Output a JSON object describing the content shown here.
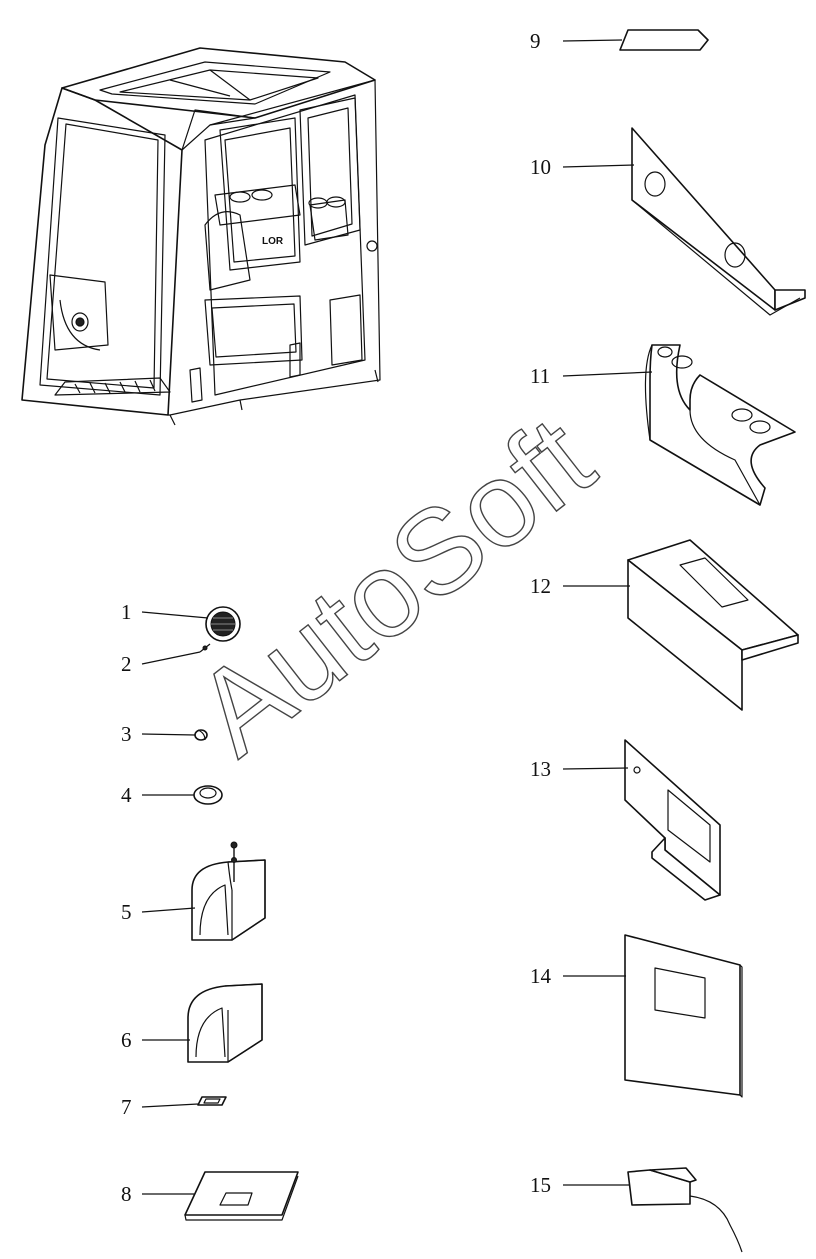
{
  "watermark": "AutoSoft",
  "callouts": [
    {
      "number": "1",
      "part": "dome-lamp"
    },
    {
      "number": "2",
      "part": "screw"
    },
    {
      "number": "3",
      "part": "plug"
    },
    {
      "number": "4",
      "part": "grommet"
    },
    {
      "number": "5",
      "part": "trim-cover-with-bolt"
    },
    {
      "number": "6",
      "part": "trim-cover"
    },
    {
      "number": "7",
      "part": "small-seal"
    },
    {
      "number": "8",
      "part": "floor-plate"
    },
    {
      "number": "9",
      "part": "small-cover"
    },
    {
      "number": "10",
      "part": "angle-bracket-two-holes"
    },
    {
      "number": "11",
      "part": "curved-bracket"
    },
    {
      "number": "12",
      "part": "angle-cover-with-window"
    },
    {
      "number": "13",
      "part": "plate-with-window"
    },
    {
      "number": "14",
      "part": "panel-with-window"
    },
    {
      "number": "15",
      "part": "connector-with-cable"
    }
  ]
}
